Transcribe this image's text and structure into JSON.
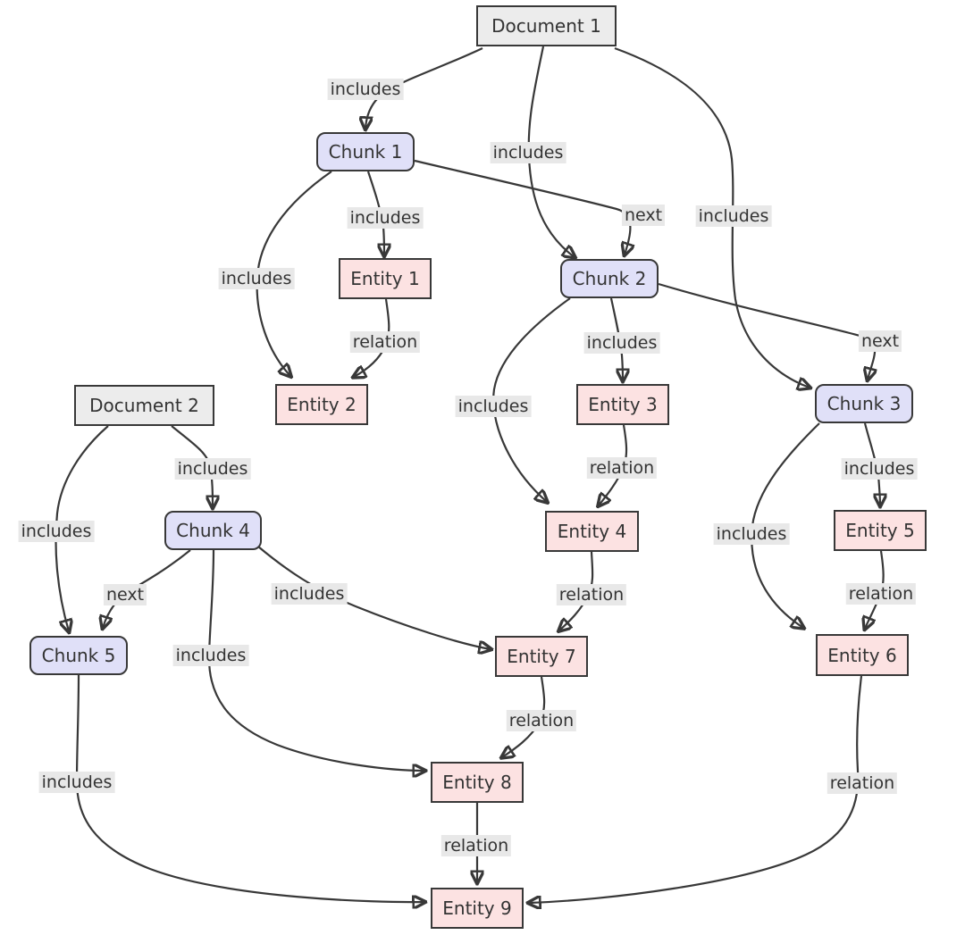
{
  "colors": {
    "document_fill": "#ececec",
    "chunk_fill": "#e0e0f8",
    "entity_fill": "#fce2e2",
    "node_border": "#383838",
    "edge_line": "#383838",
    "label_bg": "#e8e8e8",
    "label_text": "#333333",
    "node_text": "#333333"
  },
  "nodes": {
    "doc1": {
      "label": "Document 1",
      "type": "document"
    },
    "doc2": {
      "label": "Document 2",
      "type": "document"
    },
    "chunk1": {
      "label": "Chunk 1",
      "type": "chunk"
    },
    "chunk2": {
      "label": "Chunk 2",
      "type": "chunk"
    },
    "chunk3": {
      "label": "Chunk 3",
      "type": "chunk"
    },
    "chunk4": {
      "label": "Chunk 4",
      "type": "chunk"
    },
    "chunk5": {
      "label": "Chunk 5",
      "type": "chunk"
    },
    "entity1": {
      "label": "Entity 1",
      "type": "entity"
    },
    "entity2": {
      "label": "Entity 2",
      "type": "entity"
    },
    "entity3": {
      "label": "Entity 3",
      "type": "entity"
    },
    "entity4": {
      "label": "Entity 4",
      "type": "entity"
    },
    "entity5": {
      "label": "Entity 5",
      "type": "entity"
    },
    "entity6": {
      "label": "Entity 6",
      "type": "entity"
    },
    "entity7": {
      "label": "Entity 7",
      "type": "entity"
    },
    "entity8": {
      "label": "Entity 8",
      "type": "entity"
    },
    "entity9": {
      "label": "Entity 9",
      "type": "entity"
    }
  },
  "edges": {
    "d1_c1": {
      "from": "Document 1",
      "to": "Chunk 1",
      "label": "includes"
    },
    "d1_c2": {
      "from": "Document 1",
      "to": "Chunk 2",
      "label": "includes"
    },
    "d1_c3": {
      "from": "Document 1",
      "to": "Chunk 3",
      "label": "includes"
    },
    "c1_c2": {
      "from": "Chunk 1",
      "to": "Chunk 2",
      "label": "next"
    },
    "c1_e1": {
      "from": "Chunk 1",
      "to": "Entity 1",
      "label": "includes"
    },
    "c1_e2": {
      "from": "Chunk 1",
      "to": "Entity 2",
      "label": "includes"
    },
    "e1_e2": {
      "from": "Entity 1",
      "to": "Entity 2",
      "label": "relation"
    },
    "c2_e3": {
      "from": "Chunk 2",
      "to": "Entity 3",
      "label": "includes"
    },
    "c2_e4": {
      "from": "Chunk 2",
      "to": "Entity 4",
      "label": "includes"
    },
    "c2_c3": {
      "from": "Chunk 2",
      "to": "Chunk 3",
      "label": "next"
    },
    "e3_e4": {
      "from": "Entity 3",
      "to": "Entity 4",
      "label": "relation"
    },
    "c3_e5": {
      "from": "Chunk 3",
      "to": "Entity 5",
      "label": "includes"
    },
    "c3_e6": {
      "from": "Chunk 3",
      "to": "Entity 6",
      "label": "includes"
    },
    "e5_e6": {
      "from": "Entity 5",
      "to": "Entity 6",
      "label": "relation"
    },
    "e4_e7": {
      "from": "Entity 4",
      "to": "Entity 7",
      "label": "relation"
    },
    "d2_c4": {
      "from": "Document 2",
      "to": "Chunk 4",
      "label": "includes"
    },
    "d2_c5": {
      "from": "Document 2",
      "to": "Chunk 5",
      "label": "includes"
    },
    "c4_c5": {
      "from": "Chunk 4",
      "to": "Chunk 5",
      "label": "next"
    },
    "c4_e7": {
      "from": "Chunk 4",
      "to": "Entity 7",
      "label": "includes"
    },
    "c4_e8": {
      "from": "Chunk 4",
      "to": "Entity 8",
      "label": "includes"
    },
    "e7_e8": {
      "from": "Entity 7",
      "to": "Entity 8",
      "label": "relation"
    },
    "c5_e9": {
      "from": "Chunk 5",
      "to": "Entity 9",
      "label": "includes"
    },
    "e8_e9": {
      "from": "Entity 8",
      "to": "Entity 9",
      "label": "relation"
    },
    "e6_e9": {
      "from": "Entity 6",
      "to": "Entity 9",
      "label": "relation"
    }
  }
}
